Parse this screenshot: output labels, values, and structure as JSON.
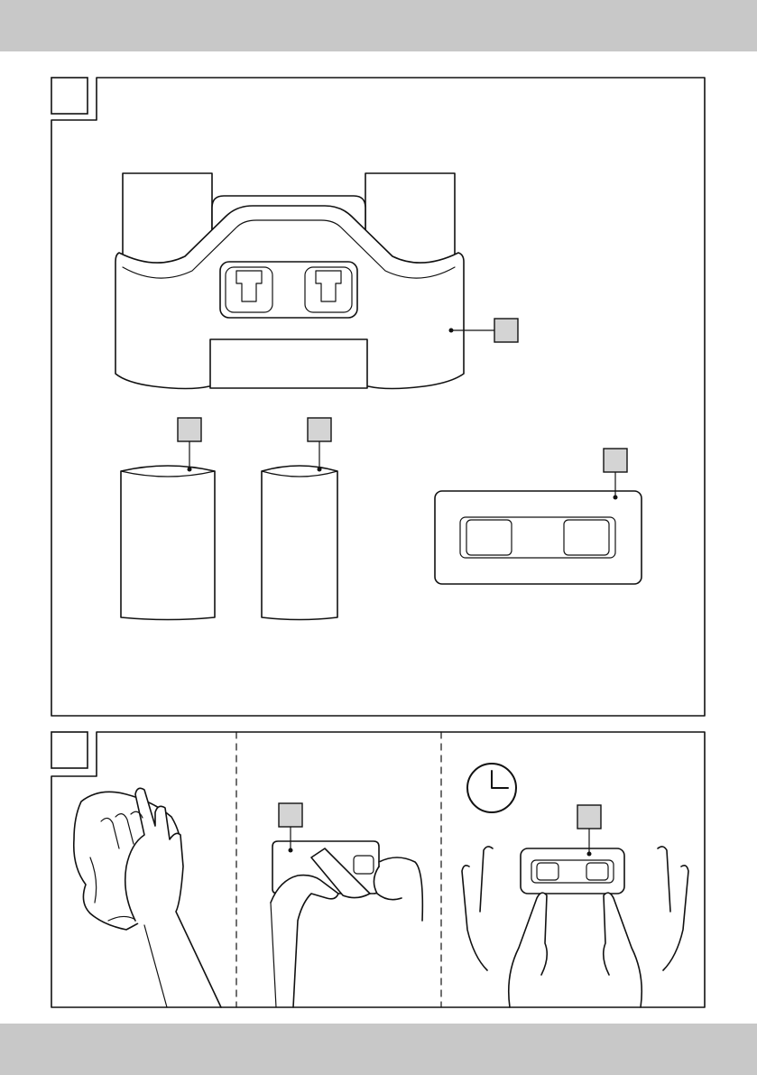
{
  "page": {
    "header_band_color": "#c8c8c8",
    "footer_band_color": "#c8c8c8",
    "line_color": "#111111"
  },
  "panel_1": {
    "label": "",
    "device_callout": "",
    "left_filter_callout": "",
    "right_filter_callout": "",
    "holder_callout": ""
  },
  "panel_2": {
    "label": "",
    "step_1": {
      "description": "hand-wiping-surface-with-cloth"
    },
    "step_2": {
      "description": "peeling-protective-film-from-holder",
      "callout": ""
    },
    "step_3": {
      "description": "pressing-holder-onto-surface-and-waiting",
      "callout": "",
      "icon": "clock-icon"
    }
  }
}
